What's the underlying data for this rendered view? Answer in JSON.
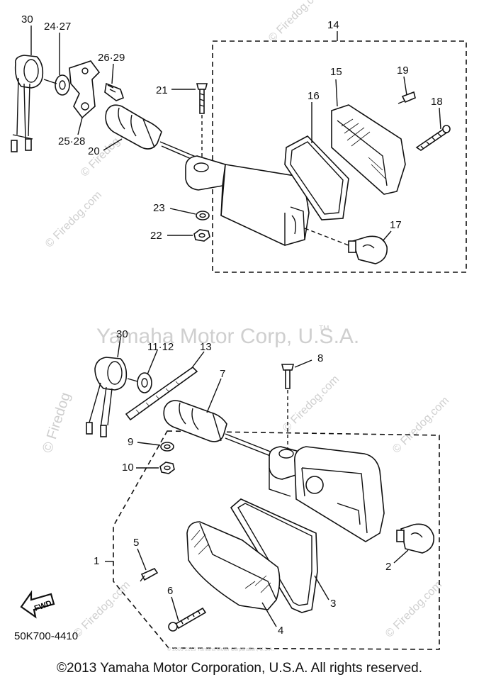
{
  "watermarks": {
    "yamaha": "Yamaha Motor Corp, U.S.A.",
    "tm": "TM",
    "firedog": "© Firedog",
    "firedog_com": "© Firedog.com",
    "small_notice": "© 2005-2013 Yamaha Motor Corporation, U.S.A."
  },
  "callouts_upper": {
    "c30": "30",
    "c24_27": "24·27",
    "c26_29": "26·29",
    "c25_28": "25·28",
    "c20": "20",
    "c21": "21",
    "c14": "14",
    "c15": "15",
    "c16": "16",
    "c19": "19",
    "c18": "18",
    "c23": "23",
    "c22": "22",
    "c17": "17"
  },
  "callouts_lower": {
    "c30": "30",
    "c11_12": "11·12",
    "c13": "13",
    "c7": "7",
    "c8": "8",
    "c9": "9",
    "c10": "10",
    "c1": "1",
    "c5": "5",
    "c6": "6",
    "c2": "2",
    "c3": "3",
    "c4": "4"
  },
  "fwd_label": "FWD",
  "part_number": "50K700-4410",
  "copyright": "©2013 Yamaha Motor Corporation, U.S.A. All rights reserved."
}
